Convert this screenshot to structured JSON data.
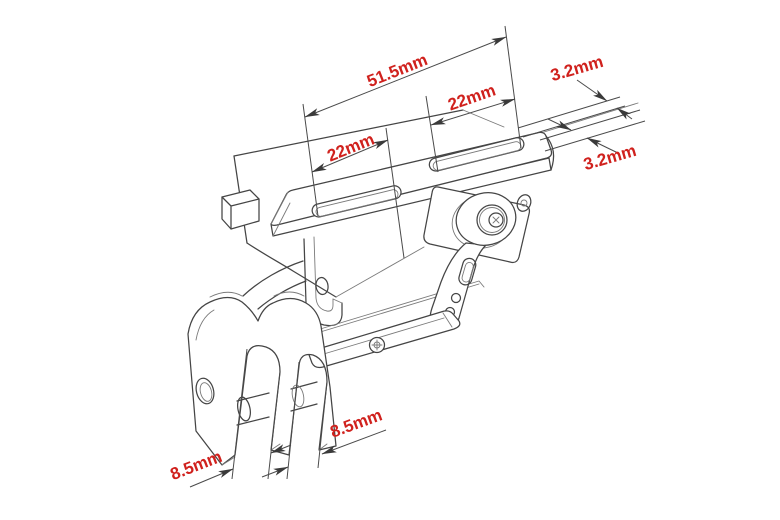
{
  "figure": {
    "background_color": "#ffffff",
    "line_color": "#454545",
    "dimension_color": "#d0211d"
  },
  "dimension_labels": {
    "plate_length": "51.5mm",
    "rear_slot_length": "22mm",
    "front_slot_length": "22mm",
    "rear_slot_width": "3.2mm",
    "plate_thickness": "3.2mm",
    "left_fork_slot_width": "8.5mm",
    "right_fork_slot_width": "8.5mm"
  }
}
